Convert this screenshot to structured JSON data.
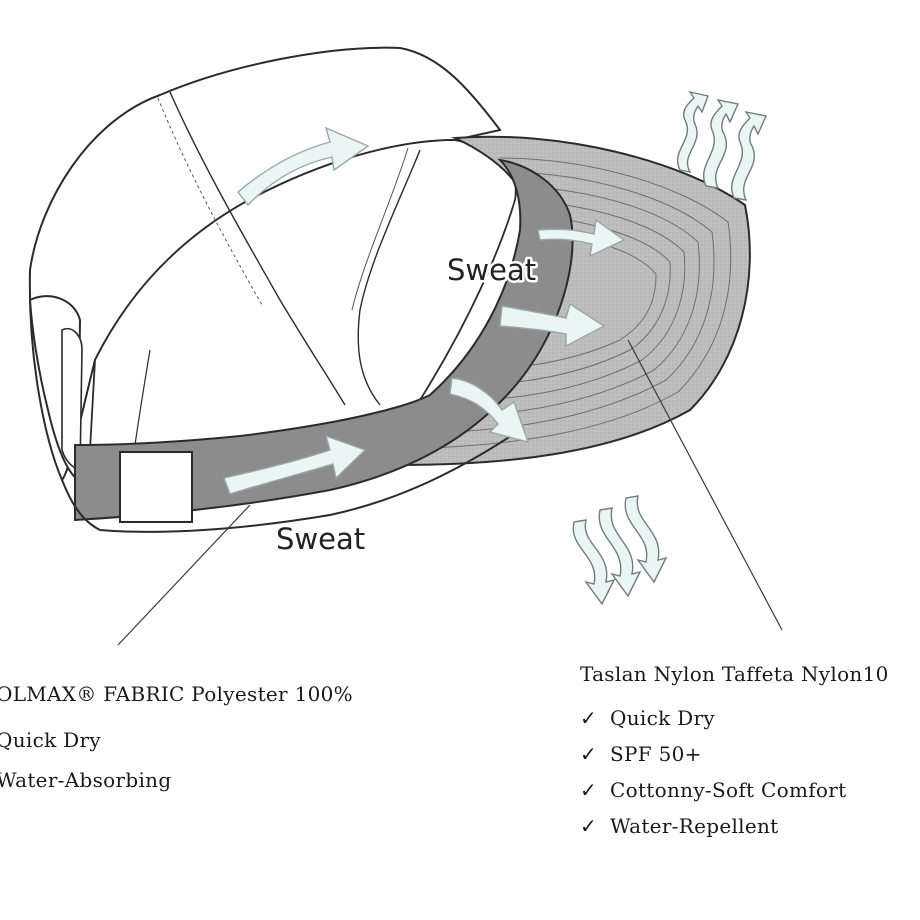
{
  "labels": {
    "sweat_top": "Sweat",
    "sweat_bottom": "Sweat"
  },
  "left_callout": {
    "title": "OLMAX® FABRIC  Polyester 100%",
    "features": [
      "Quick Dry",
      "Water-Absorbing"
    ]
  },
  "right_callout": {
    "title": "Taslan  Nylon Taffeta  Nylon10",
    "check_mark": "✓",
    "features": [
      "Quick Dry",
      "SPF 50+",
      "Cottonny-Soft Comfort",
      "Water-Repellent"
    ]
  },
  "colors": {
    "outline": "#2b2b2b",
    "sweatband": "#8c8c8c",
    "brim_underside": "#b9b9b9",
    "arrow_fill": "#eaf6f6",
    "arrow_stroke": "#9aa7a7"
  }
}
